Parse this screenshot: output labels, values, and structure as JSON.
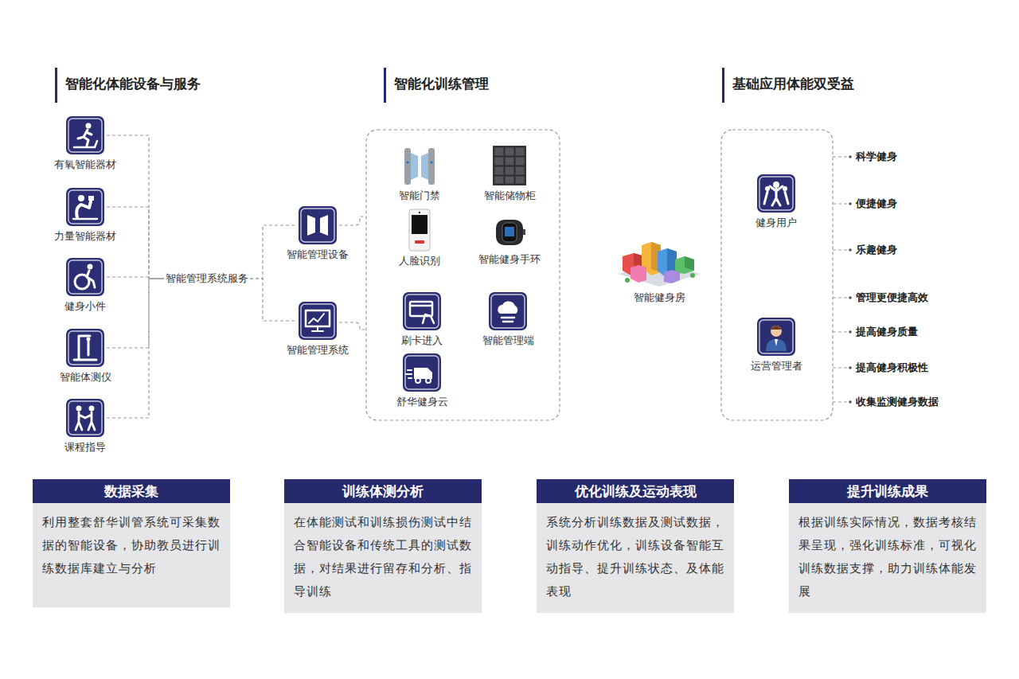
{
  "diagram": {
    "nodes": [
      {
        "text": [
          "有氧智能器材"
        ]
      },
      {
        "text": [
          "力量智能器材"
        ]
      },
      {
        "text": [
          "健身小件"
        ]
      },
      {
        "text": [
          "智能体测仪"
        ]
      },
      {
        "text": [
          "课程指导"
        ]
      },
      {
        "text": [
          "智能管理系统服务"
        ]
      },
      {
        "text": [
          "智能管理设备"
        ]
      },
      {
        "text": [
          "智能管理系统"
        ]
      },
      {
        "text": [
          "智能门禁"
        ]
      },
      {
        "text": [
          "智能储物柜"
        ]
      },
      {
        "text": [
          "人脸识别"
        ]
      },
      {
        "text": [
          "智能健身手环"
        ]
      },
      {
        "text": [
          "刷卡进入"
        ]
      },
      {
        "text": [
          "智能管理端"
        ]
      },
      {
        "text": [
          "舒华健身云"
        ]
      },
      {
        "text": [
          "智能健身房"
        ]
      },
      {
        "text": [
          "健身用户"
        ]
      },
      {
        "text": [
          "运营管理者"
        ]
      },
      {
        "text": [
          "数据采集",
          "利用整套舒华训管系统可采集数据的智能设备，协助教员进行训练数据库建立与分析"
        ]
      },
      {
        "text": [
          "训练体测分析",
          "在体能测试和训练损伤测试中结合智能设备和传统工具的测试数据，对结果进行留存和分析、指导训练"
        ]
      },
      {
        "text": [
          "优化训练及运动表现",
          "系统分析训练数据及测试数据，训练动作优化，训练设备智能互动指导、提升训练状态、及体能表现"
        ]
      },
      {
        "text": [
          "提升训练成果",
          "根据训练实际情况，数据考核结果呈现，强化训练标准，可视化训练数据支撑，助力训练体能发展"
        ]
      }
    ],
    "edges": [
      {
        "from": 0,
        "to": 5,
        "arrow": "none"
      },
      {
        "from": 1,
        "to": 5,
        "arrow": "none"
      },
      {
        "from": 2,
        "to": 5,
        "arrow": "none"
      },
      {
        "from": 3,
        "to": 5,
        "arrow": "none"
      },
      {
        "from": 4,
        "to": 5,
        "arrow": "none"
      },
      {
        "from": 5,
        "to": 6,
        "arrow": "none"
      },
      {
        "from": 5,
        "to": 7,
        "arrow": "none"
      }
    ],
    "labels": [
      "智能化体能设备与服务",
      "智能化训练管理",
      "基础应用体能双受益",
      "科学健身",
      "便捷健身",
      "乐趣健身",
      "管理更便捷高效",
      "提高健身质量",
      "提高健身积极性",
      "收集监测健身数据"
    ]
  }
}
